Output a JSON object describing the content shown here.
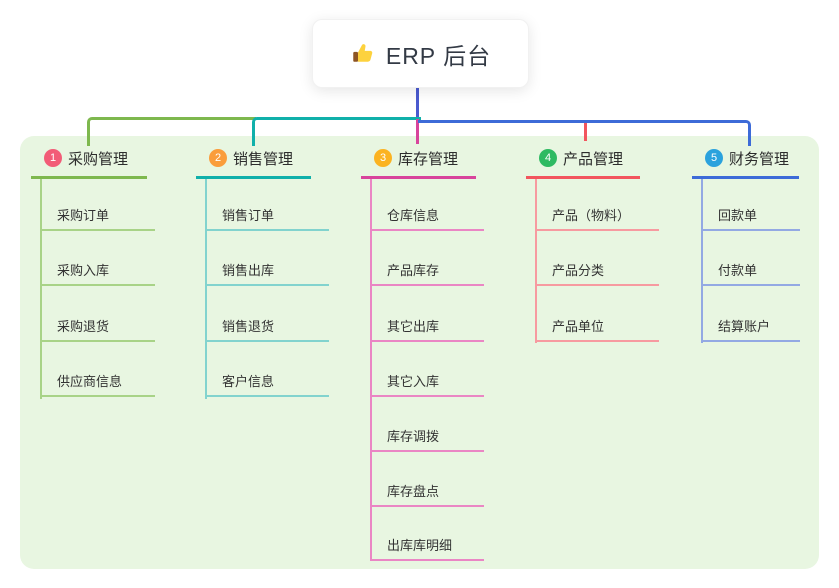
{
  "palette": {
    "page_bg": "#ffffff",
    "canvas_bg": "#e8f6e1",
    "root_line": "#4a5acf",
    "text": "#333333"
  },
  "root": {
    "icon": "thumbs-up-icon",
    "label": "ERP 后台"
  },
  "branches": [
    {
      "index": "1",
      "label": "采购管理",
      "badge_color": "#f25c77",
      "line_color": "#7eb84e",
      "child_line_color": "#a8d387",
      "children": [
        "采购订单",
        "采购入库",
        "采购退货",
        "供应商信息"
      ]
    },
    {
      "index": "2",
      "label": "销售管理",
      "badge_color": "#fa9d3b",
      "line_color": "#10b0aa",
      "child_line_color": "#82d3ce",
      "children": [
        "销售订单",
        "销售出库",
        "销售退货",
        "客户信息"
      ]
    },
    {
      "index": "3",
      "label": "库存管理",
      "badge_color": "#fbb321",
      "line_color": "#d8449c",
      "child_line_color": "#ea86c4",
      "children": [
        "仓库信息",
        "产品库存",
        "其它出库",
        "其它入库",
        "库存调拨",
        "库存盘点",
        "出库库明细"
      ]
    },
    {
      "index": "4",
      "label": "产品管理",
      "badge_color": "#2eba62",
      "line_color": "#f2555e",
      "child_line_color": "#f79aa0",
      "children": [
        "产品（物料）",
        "产品分类",
        "产品单位"
      ]
    },
    {
      "index": "5",
      "label": "财务管理",
      "badge_color": "#2ba2dd",
      "line_color": "#3d6bd8",
      "child_line_color": "#93a9e3",
      "children": [
        "回款单",
        "付款单",
        "结算账户"
      ]
    }
  ]
}
